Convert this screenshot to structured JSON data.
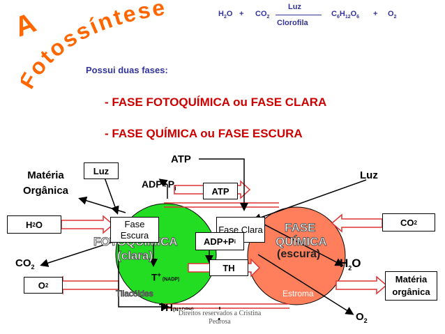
{
  "title": {
    "prefix": "A",
    "word": "Fotossíntese"
  },
  "equation": {
    "h2o": "H2O",
    "plus1": "+",
    "co2": "CO2",
    "light": "Luz",
    "catalyst": "Clorofila",
    "glucose": "C6H12O6",
    "plus2": "+",
    "o2": "O2"
  },
  "intro": "Possui duas fases:",
  "phases": [
    "- FASE FOTOQUÍMICA ou FASE CLARA",
    "- FASE QUÍMICA ou FASE ESCURA"
  ],
  "diagram": {
    "left_circle": {
      "title": "FOTOQUÍMICA",
      "subtitle": "(clara)",
      "location": "Tilacóides",
      "color": "#22dd22"
    },
    "right_circle": {
      "title": "FASE",
      "title2": "QUÍMICA",
      "subtitle": "(escura)",
      "location": "Estroma",
      "color": "#ff7f5c"
    },
    "labels": {
      "atp_top": "ATP",
      "adp_pi": "ADP+Pi",
      "luz_left": "Luz",
      "luz_right": "Luz",
      "materia_organica_left": "Matéria Orgânica",
      "co2_left": "CO2",
      "t_nadp": "T+",
      "nadp": "(NADP)",
      "th_nadph": "TH",
      "nadph": "(NADPH)",
      "h2o_right": "H2O",
      "o2_bottom": "O2",
      "t_bottom": "T"
    },
    "boxes": {
      "luz": "Luz",
      "atp": "ATP",
      "h2o": "H2O",
      "fase_escura": "Fase Escura",
      "fase_clara": "Fase Clara",
      "adp_pi": "ADP+Pi",
      "th": "TH",
      "co2_right": "CO2",
      "o2_left": "O2",
      "materia_organica_right": "Matéria orgânica"
    }
  },
  "footer": {
    "line1": "Direitos reservados a Cristina",
    "line2": "Pedrosa"
  }
}
